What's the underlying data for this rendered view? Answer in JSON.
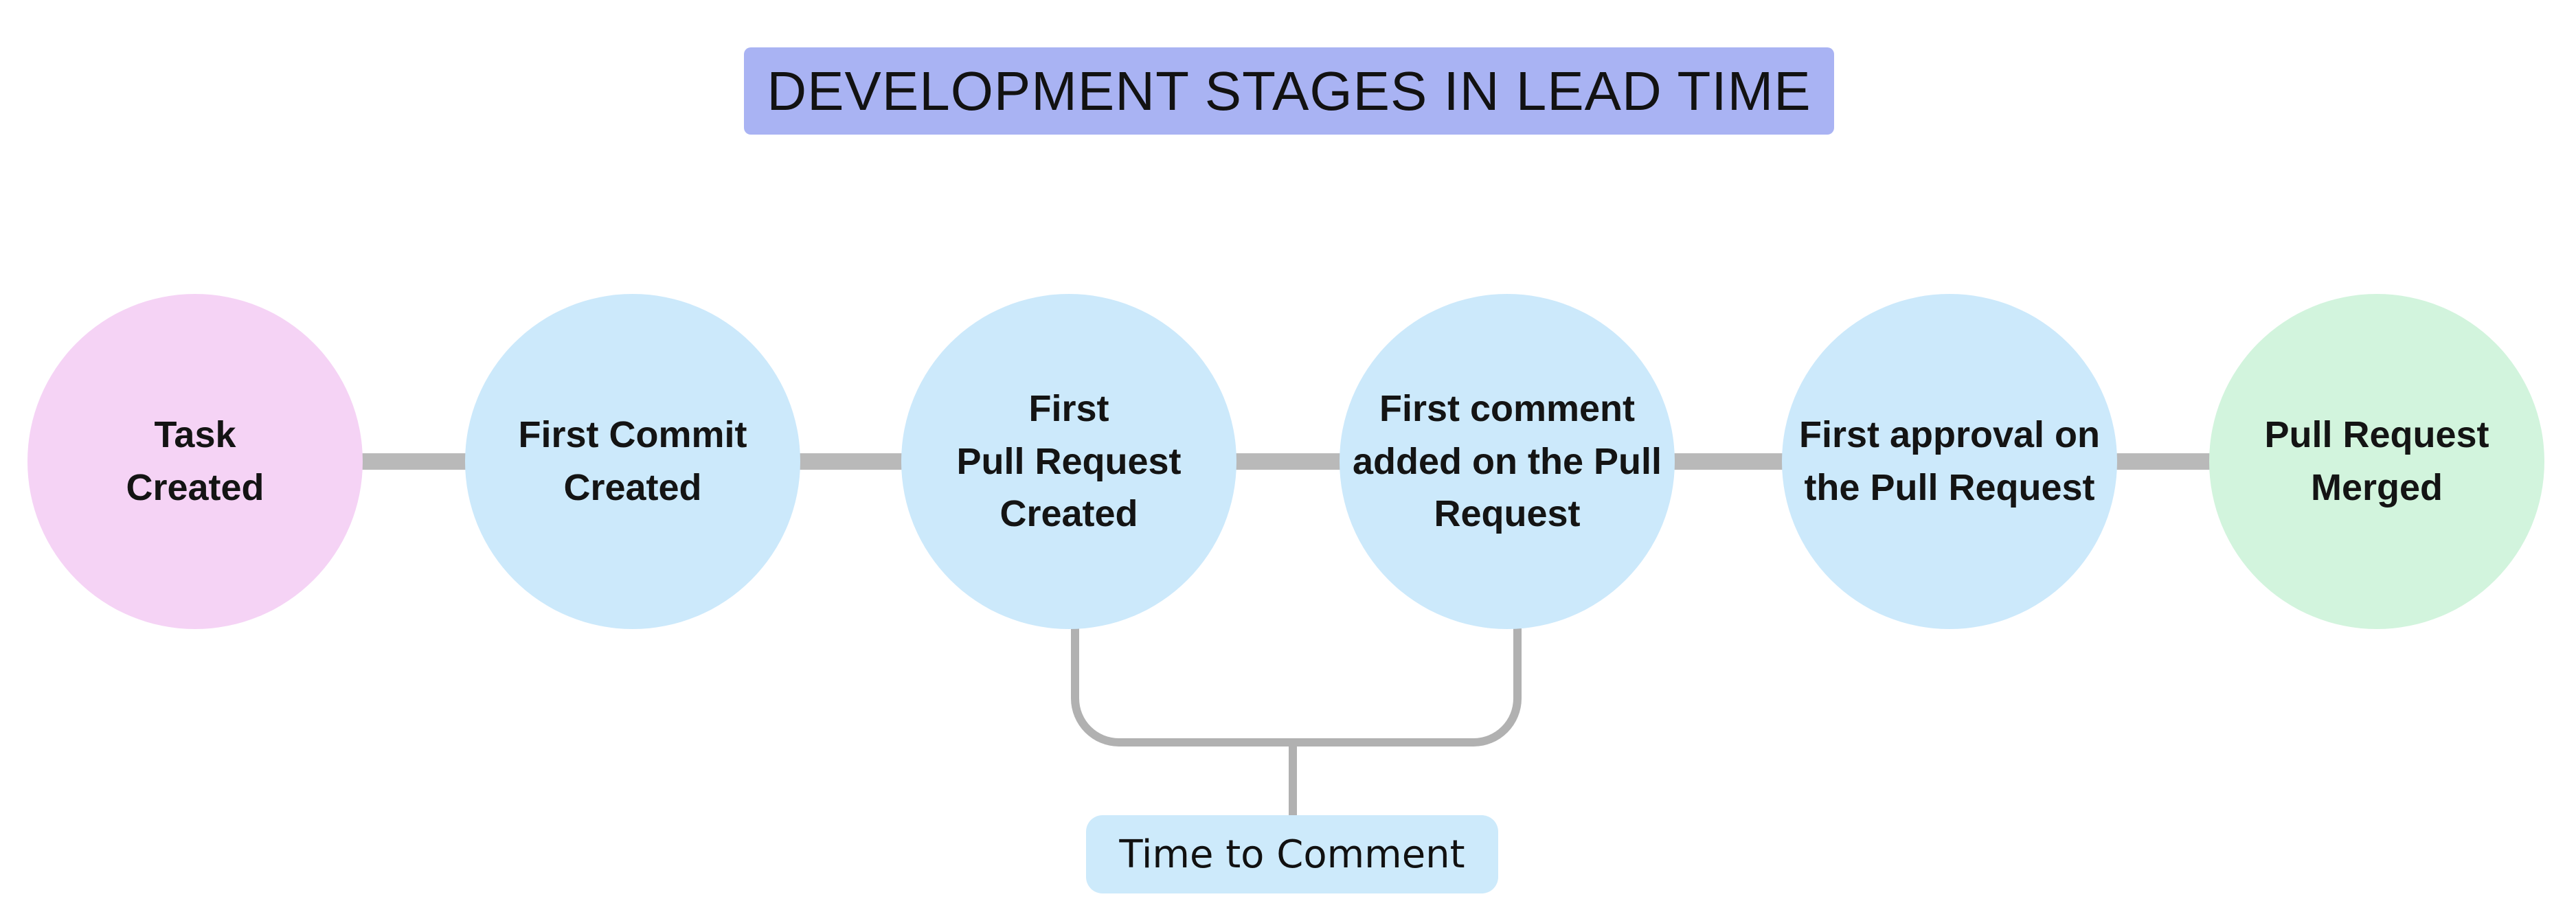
{
  "title": {
    "text": "DEVELOPMENT STAGES IN LEAD TIME",
    "bg": "#a9b3f3"
  },
  "stages": [
    {
      "label": "Task\nCreated",
      "color": "#f5d3f5"
    },
    {
      "label": "First Commit\nCreated",
      "color": "#cce9fb"
    },
    {
      "label": "First\nPull Request\nCreated",
      "color": "#cce9fb"
    },
    {
      "label": "First comment\nadded on the Pull\nRequest",
      "color": "#cce9fb"
    },
    {
      "label": "First approval on\nthe Pull Request",
      "color": "#cce9fb"
    },
    {
      "label": "Pull Request\nMerged",
      "color": "#d2f4dd"
    }
  ],
  "annotation": {
    "label": "Time to Comment",
    "bg": "#cdeafb"
  },
  "colors": {
    "connector": "#b9b9b9",
    "bracket": "#b1b1b1",
    "text": "#141414",
    "background": "#ffffff"
  }
}
